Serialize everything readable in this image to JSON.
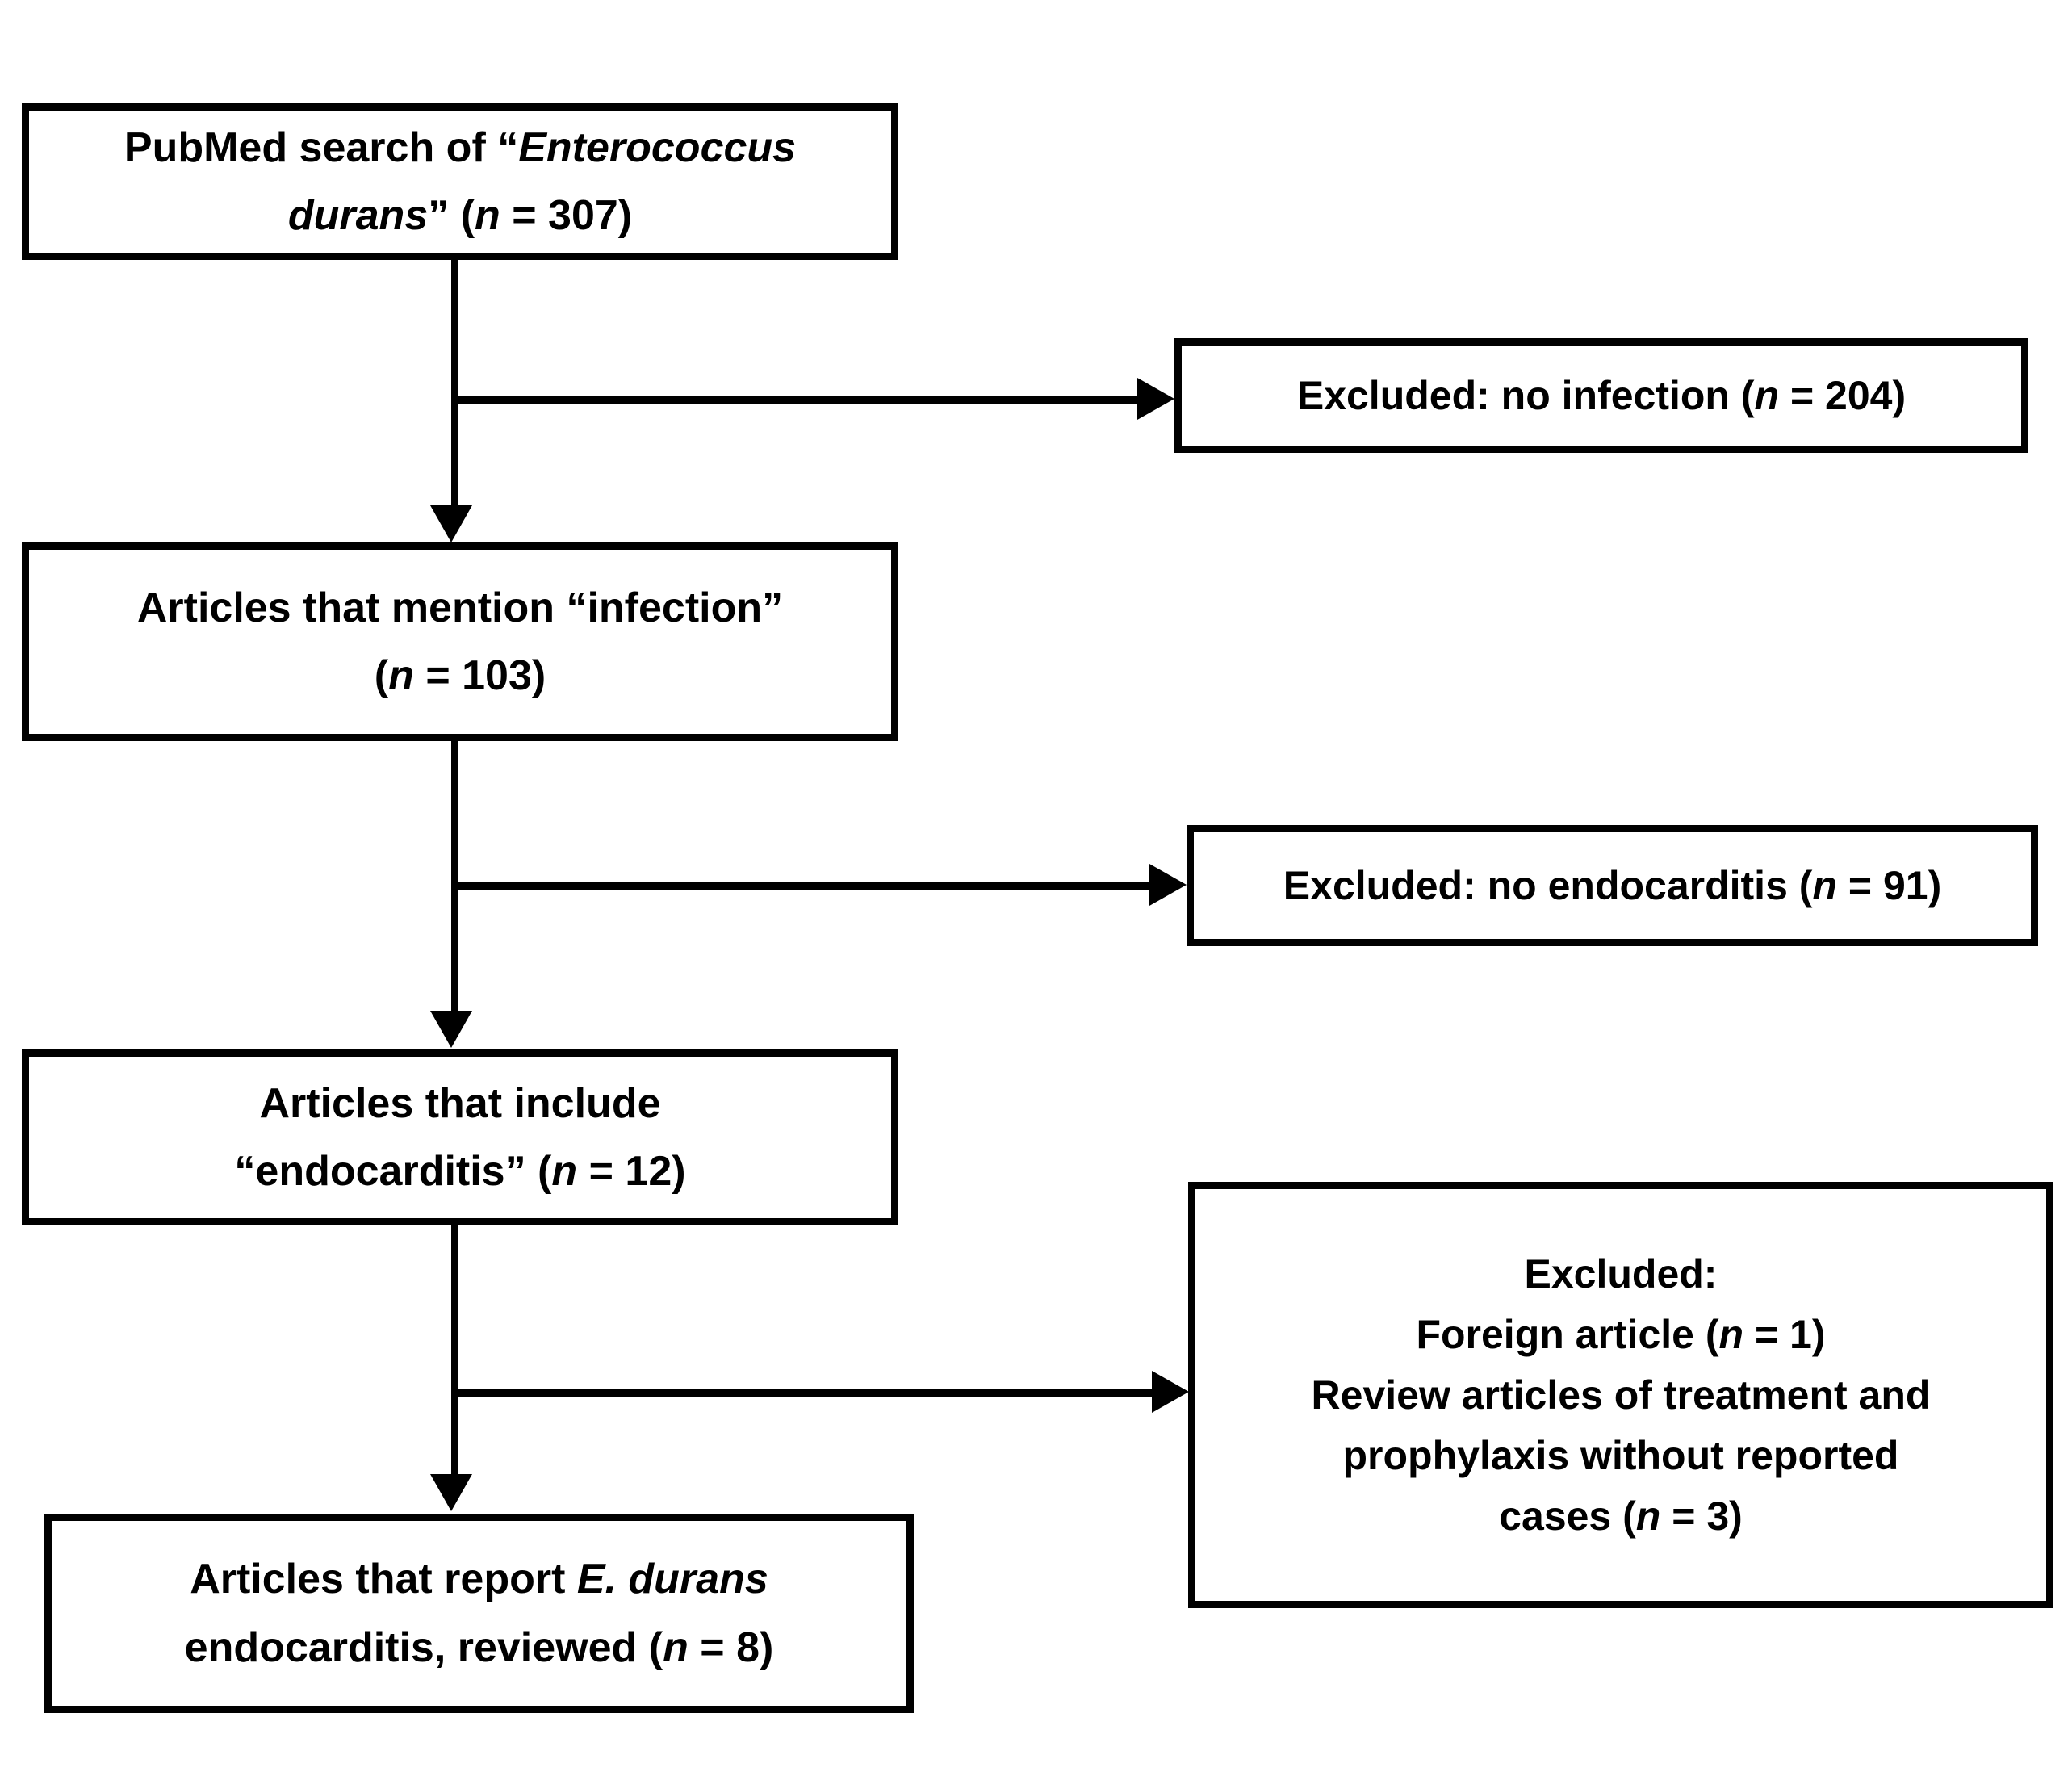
{
  "diagram": {
    "title": "PRISMA-style literature selection flow for Enterococcus durans endocarditis",
    "colors": {
      "line": "#000000",
      "box_fill": "#ffffff",
      "text": "#000000"
    },
    "nodes": {
      "search": {
        "line1_a": "PubMed search of “",
        "line1_italic": "Enterococcus",
        "line2_italic": "durans",
        "line2_b": "” (",
        "line2_n": "n",
        "line2_c": " = 307)"
      },
      "infection": {
        "line1": "Articles that mention “infection”",
        "line2_a": "(",
        "line2_n": "n",
        "line2_b": " = 103)"
      },
      "endocarditis": {
        "line1": "Articles that include",
        "line2_a": "“endocarditis” (",
        "line2_n": "n",
        "line2_b": " = 12)"
      },
      "final": {
        "line1_a": "Articles that report ",
        "line1_italic": "E. durans",
        "line2_a": "endocarditis, reviewed (",
        "line2_n": "n",
        "line2_b": " = 8)"
      }
    },
    "exclusions": {
      "no_infection": {
        "text_a": "Excluded: no infection (",
        "text_n": "n",
        "text_b": " = 204)"
      },
      "no_endocarditis": {
        "text_a": "Excluded: no endocarditis (",
        "text_n": "n",
        "text_b": " = 91)"
      },
      "other": {
        "line1": "Excluded:",
        "line2_a": "Foreign article (",
        "line2_n": "n",
        "line2_b": " = 1)",
        "line3": "Review articles of treatment and",
        "line4": "prophylaxis without reported",
        "line5_a": "cases (",
        "line5_n": "n",
        "line5_b": " = 3)"
      }
    },
    "counts": {
      "pubmed_search": 307,
      "mention_infection": 103,
      "include_endocarditis": 12,
      "reviewed": 8,
      "excluded_no_infection": 204,
      "excluded_no_endocarditis": 91,
      "excluded_foreign_article": 1,
      "excluded_review_articles": 3
    }
  }
}
